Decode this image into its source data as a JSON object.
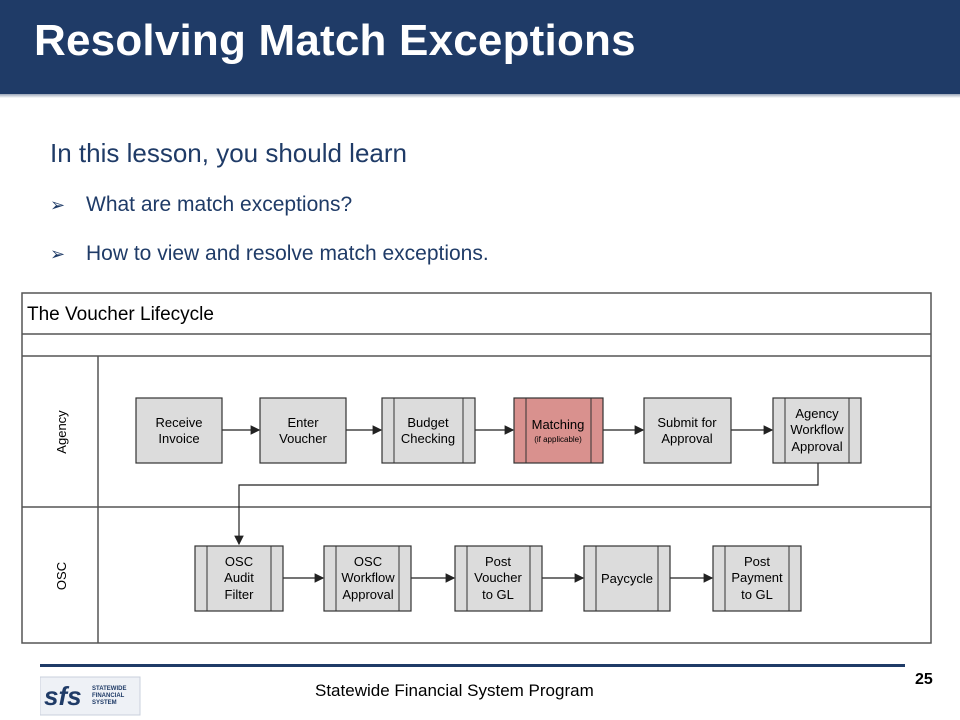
{
  "slide": {
    "title": "Resolving Match Exceptions",
    "intro": "In this lesson, you should learn",
    "bullets": [
      "What are match exceptions?",
      "How to view and resolve match exceptions."
    ]
  },
  "diagram": {
    "title": "The Voucher Lifecycle",
    "lanes": [
      "Agency",
      "OSC"
    ],
    "agency_steps": [
      {
        "lines": [
          "Receive",
          "Invoice"
        ]
      },
      {
        "lines": [
          "Enter",
          "Voucher"
        ]
      },
      {
        "lines": [
          "Budget",
          "Checking"
        ]
      },
      {
        "lines": [
          "Matching",
          "(if applicable)"
        ]
      },
      {
        "lines": [
          "Submit for",
          "Approval"
        ]
      },
      {
        "lines": [
          "Agency",
          "Workflow",
          "Approval"
        ]
      }
    ],
    "osc_steps": [
      {
        "lines": [
          "OSC",
          "Audit",
          "Filter"
        ]
      },
      {
        "lines": [
          "OSC",
          "Workflow",
          "Approval"
        ]
      },
      {
        "lines": [
          "Post",
          "Voucher",
          "to GL"
        ]
      },
      {
        "lines": [
          "Paycycle"
        ]
      },
      {
        "lines": [
          "Post",
          "Payment",
          "to GL"
        ]
      }
    ],
    "colors": {
      "box_fill": "#dcdcdc",
      "highlight_fill": "#d9918e",
      "border": "#333333"
    }
  },
  "footer": {
    "program": "Statewide Financial System Program",
    "page": "25",
    "logo_letters": "sfs",
    "logo_words": [
      "STATEWIDE",
      "FINANCIAL",
      "SYSTEM"
    ]
  }
}
